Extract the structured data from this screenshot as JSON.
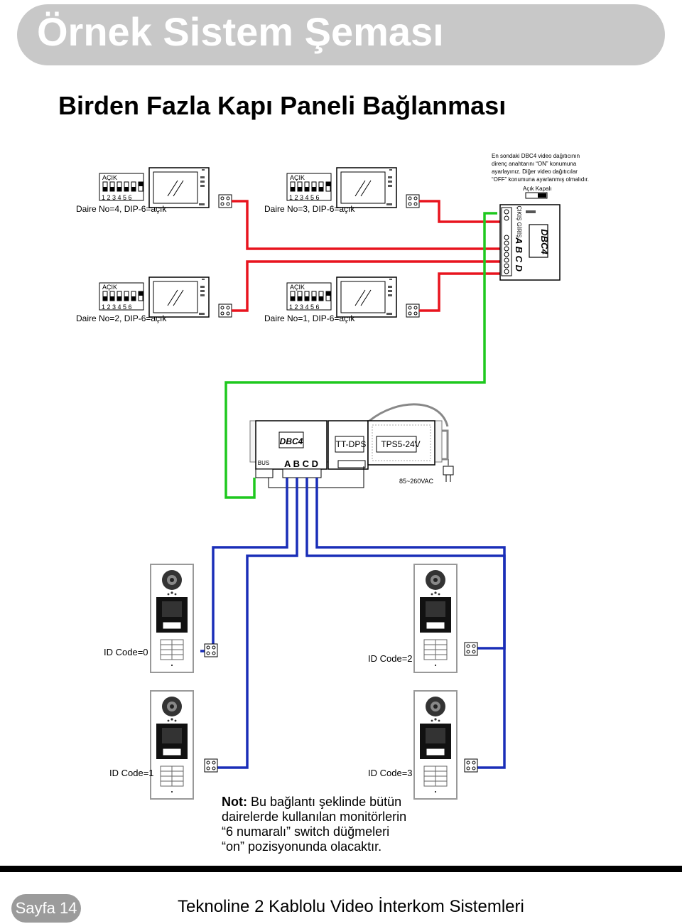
{
  "page": {
    "banner_title": "Örnek Sistem Şeması",
    "subtitle": "Birden Fazla Kapı Paneli Bağlanması",
    "footer_page": "Sayfa 14",
    "footer_text": "Teknoline 2 Kablolu Video İnterkom Sistemleri"
  },
  "apartments": [
    {
      "label": "Daire No=4, DIP-6=açık",
      "dip_title": "AÇIK",
      "dip_numbers": "1 2 3 4 5 6"
    },
    {
      "label": "Daire No=3, DIP-6=açık",
      "dip_title": "AÇIK",
      "dip_numbers": "1 2 3 4 5 6"
    },
    {
      "label": "Daire No=2, DIP-6=açık",
      "dip_title": "AÇIK",
      "dip_numbers": "1 2 3 4 5 6"
    },
    {
      "label": "Daire No=1, DIP-6=açık",
      "dip_title": "AÇIK",
      "dip_numbers": "1 2 3 4 5 6"
    }
  ],
  "dbc4_top": {
    "name": "DBC4",
    "ports": "A  B  C  D",
    "port_labels": "ÇIKIŞ GİRİŞ",
    "note_line1": "En sondaki DBC4  video dağıtıcının",
    "note_line2": "direnç anahtarını “ON” konumuna",
    "note_line3": "ayarlayınız. Diğer  video dağıtıcılar",
    "note_line4": "“OFF” konumuna ayarlanmış olmalıdır.",
    "switch_labels": "Açık  Kapalı"
  },
  "center_devices": {
    "dbc4": "DBC4",
    "bus": "BUS",
    "ports": "A  B  C  D",
    "ttdps": "TT-DPS",
    "tps": "TPS5-24V",
    "voltage": "85~260VAC"
  },
  "door_panels": [
    {
      "label": "ID Code=0"
    },
    {
      "label": "ID Code=2"
    },
    {
      "label": "ID Code=1"
    },
    {
      "label": "ID Code=3"
    }
  ],
  "note": {
    "bold": "Not:",
    "line1": " Bu bağlantı şeklinde bütün",
    "line2": "dairelerde kullanılan monitörlerin",
    "line3": "“6 numaralı” switch düğmeleri",
    "line4": "“on” pozisyonunda olacaktır."
  },
  "colors": {
    "red": "#e8141e",
    "green": "#1ec81e",
    "blue": "#1a2eb8",
    "banner": "#c8c8c8",
    "gray": "#888888"
  }
}
